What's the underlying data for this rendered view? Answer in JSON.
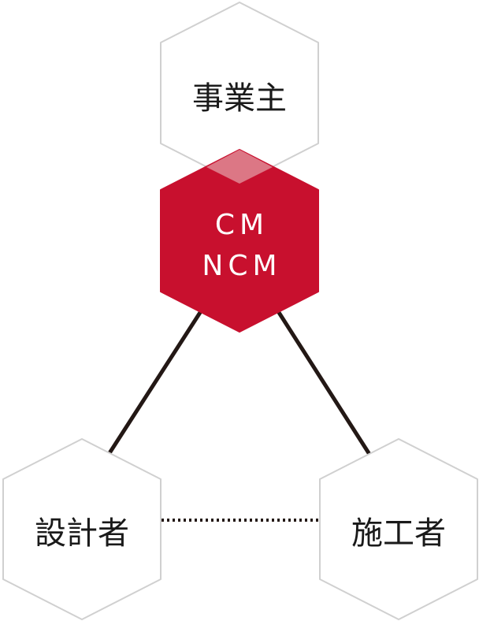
{
  "nodes": {
    "owner": "事業主",
    "cm_line1": "CM",
    "cm_line2": "NCM",
    "designer": "設計者",
    "contractor": "施工者"
  },
  "colors": {
    "accent": "#c8102e",
    "overlap": "#dc7785",
    "hex_border": "#d0d0d0",
    "connector": "#231815"
  }
}
